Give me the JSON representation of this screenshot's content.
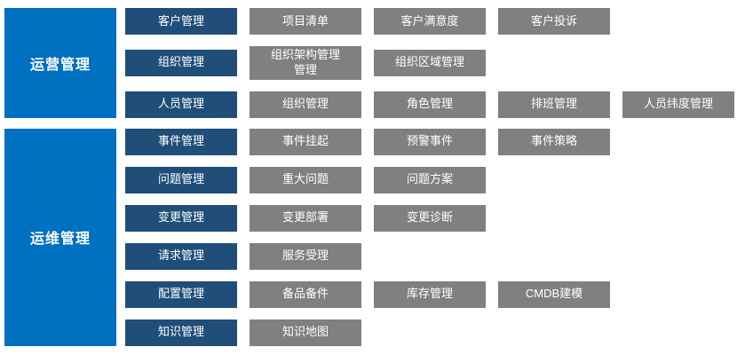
{
  "colors": {
    "category": "#0070C0",
    "subcategory": "#1F4E79",
    "item": "#808080",
    "background": "#FFFFFF",
    "text": "#FFFFFF"
  },
  "sections": [
    {
      "id": "operations",
      "label": "运营管理",
      "rows": [
        {
          "sub": "客户管理",
          "items": [
            "项目清单",
            "客户满意度",
            "客户投诉"
          ]
        },
        {
          "sub": "组织管理",
          "items": [
            "组织架构管理\n管理",
            "组织区域管理"
          ]
        },
        {
          "sub": "人员管理",
          "items": [
            "组织管理",
            "角色管理",
            "排班管理",
            "人员纬度管理"
          ]
        }
      ]
    },
    {
      "id": "maintenance",
      "label": "运维管理",
      "rows": [
        {
          "sub": "事件管理",
          "items": [
            "事件挂起",
            "预警事件",
            "事件策略"
          ]
        },
        {
          "sub": "问题管理",
          "items": [
            "重大问题",
            "问题方案"
          ]
        },
        {
          "sub": "变更管理",
          "items": [
            "变更部署",
            "变更诊断"
          ]
        },
        {
          "sub": "请求管理",
          "items": [
            "服务受理"
          ]
        },
        {
          "sub": "配置管理",
          "items": [
            "备品备件",
            "库存管理",
            "CMDB建模"
          ]
        },
        {
          "sub": "知识管理",
          "items": [
            "知识地图"
          ]
        }
      ]
    }
  ]
}
